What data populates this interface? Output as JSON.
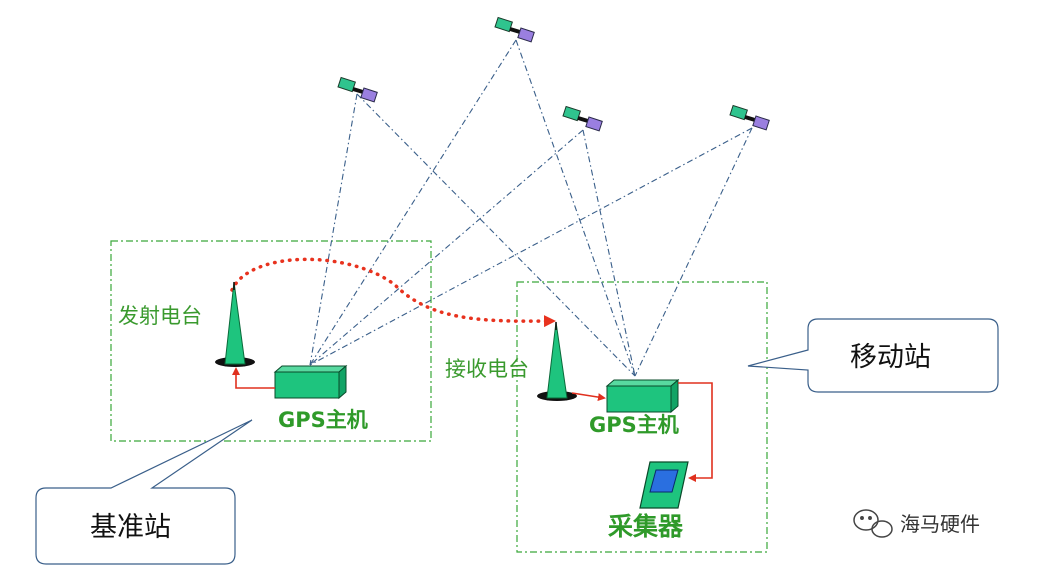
{
  "labels": {
    "transmit_radio": "发射电台",
    "receive_radio": "接收电台",
    "gps_host_base": "GPS主机",
    "gps_host_rover": "GPS主机",
    "collector": "采集器"
  },
  "callouts": {
    "base_station": "基准站",
    "mobile_station": "移动站"
  },
  "watermark": {
    "text": "海马硬件"
  },
  "colors": {
    "station_border": "#3aa83a",
    "label_green": "#3a9a2e",
    "device_green": "#1ec47e",
    "radio_link": "#e8321e",
    "wire_red": "#e0301e",
    "sight_line": "#3a5f8a",
    "satellite_body": "#2fc48e",
    "satellite_panel": "#9a7fe0",
    "collector_screen": "#2a6fe0"
  }
}
